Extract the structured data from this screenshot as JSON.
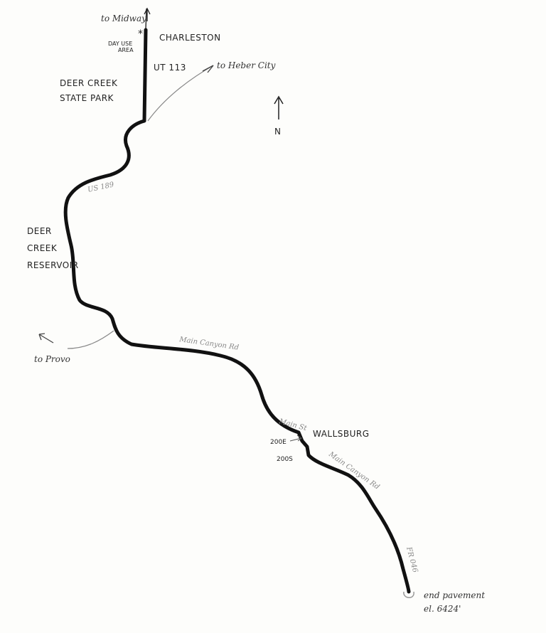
{
  "map": {
    "north_label": "N",
    "places": {
      "charleston": "CHARLESTON",
      "day_use_1": "DAY USE",
      "day_use_2": "AREA",
      "day_use_marker": "*",
      "state_park_1": "DEER CREEK",
      "state_park_2": "STATE PARK",
      "reservoir_1": "DEER",
      "reservoir_2": "CREEK",
      "reservoir_3": "RESERVOIR",
      "wallsburg": "WALLSBURG"
    },
    "directions": {
      "midway": "to Midway",
      "heber": "to Heber City",
      "provo": "to Provo"
    },
    "roads": {
      "ut113": "UT 113",
      "us189": "US 189",
      "main_canyon_1": "Main Canyon Rd",
      "main_st": "Main St",
      "e200": "200E",
      "s200": "200S",
      "main_canyon_2": "Main Canyon Rd",
      "fr046": "FR 046"
    },
    "endpoint": {
      "line1": "end pavement",
      "line2": "el. 6424'"
    },
    "colors": {
      "route": "#111111",
      "secondary": "#888888"
    }
  }
}
